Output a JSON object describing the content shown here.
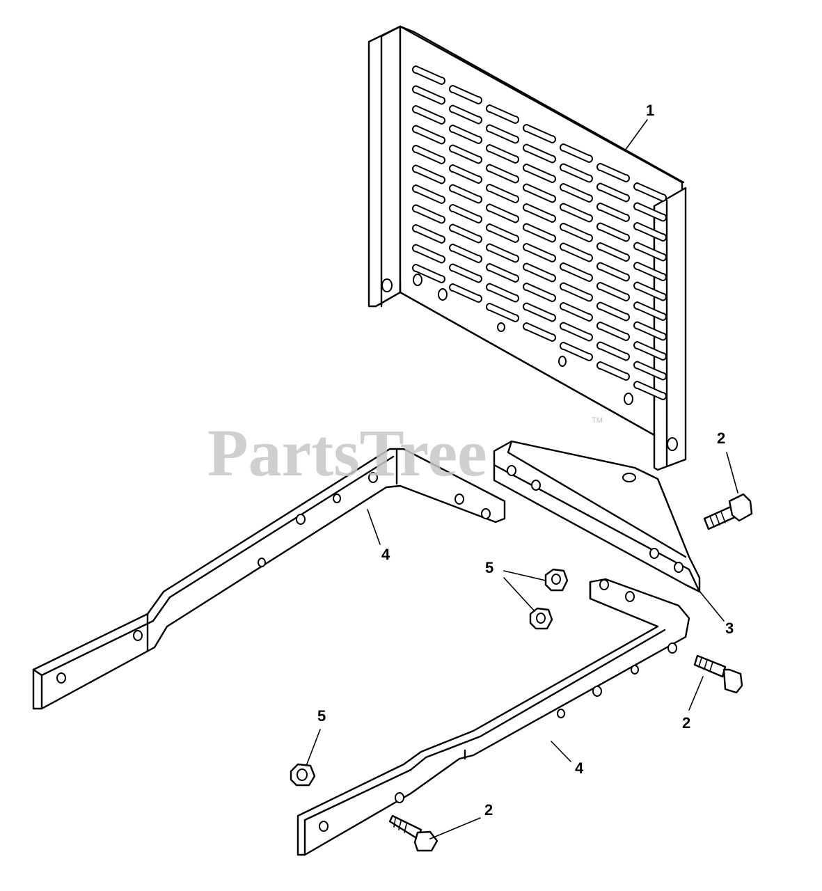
{
  "diagram": {
    "watermark": "PartsTree",
    "watermark_tm": "TM",
    "callouts": {
      "c1": "1",
      "c2a": "2",
      "c2b": "2",
      "c2c": "2",
      "c3": "3",
      "c4a": "4",
      "c4b": "4",
      "c5a": "5",
      "c5b": "5"
    }
  }
}
